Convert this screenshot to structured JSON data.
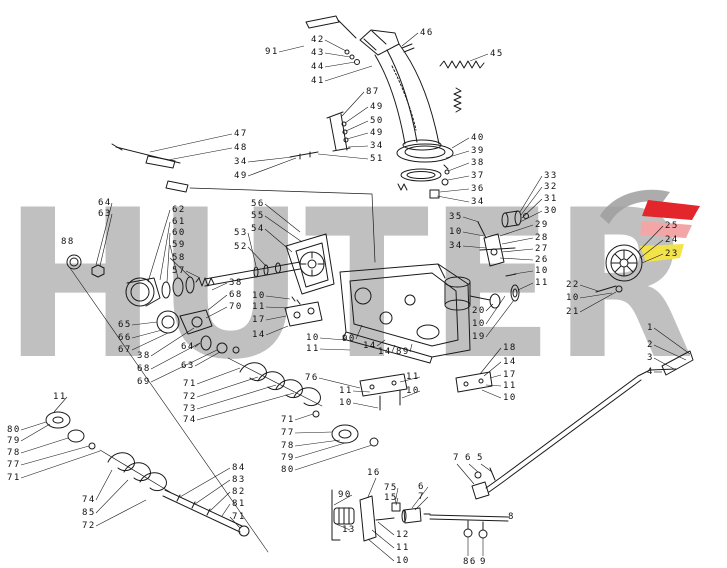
{
  "watermark": {
    "text": "HUTER"
  },
  "colors": {
    "lines": "#1a1a1a",
    "watermark": "#b5b5b5",
    "logo_gray": "#9e9e9e",
    "logo_red": "#e3262c",
    "logo_pink": "#f4a6a6",
    "logo_yellow": "#f3e34a"
  },
  "callouts": [
    "91",
    "42",
    "43",
    "44",
    "41",
    "46",
    "45",
    "87",
    "49",
    "50",
    "49",
    "34",
    "51",
    "47",
    "48",
    "34",
    "49",
    "40",
    "39",
    "38",
    "37",
    "36",
    "34",
    "33",
    "32",
    "31",
    "30",
    "35",
    "10",
    "34",
    "29",
    "28",
    "27",
    "26",
    "10",
    "11",
    "25",
    "24",
    "23",
    "22",
    "10",
    "21",
    "56",
    "55",
    "54",
    "53",
    "52",
    "64",
    "63",
    "62",
    "61",
    "60",
    "59",
    "58",
    "57",
    "88",
    "38",
    "68",
    "70",
    "10",
    "11",
    "17",
    "14",
    "65",
    "66",
    "67",
    "38",
    "68",
    "69",
    "64",
    "63",
    "71",
    "72",
    "73",
    "74",
    "10",
    "11",
    "90",
    "14",
    "14",
    "89",
    "76",
    "11",
    "10",
    "11",
    "10",
    "18",
    "14",
    "17",
    "11",
    "10",
    "20",
    "10",
    "19",
    "1",
    "2",
    "3",
    "4",
    "71",
    "77",
    "78",
    "79",
    "80",
    "11",
    "80",
    "79",
    "78",
    "77",
    "71",
    "74",
    "85",
    "72",
    "84",
    "83",
    "82",
    "81",
    "71",
    "16",
    "90",
    "75",
    "15",
    "6",
    "7",
    "13",
    "12",
    "11",
    "10",
    "7",
    "6",
    "5",
    "8",
    "86",
    "9"
  ]
}
